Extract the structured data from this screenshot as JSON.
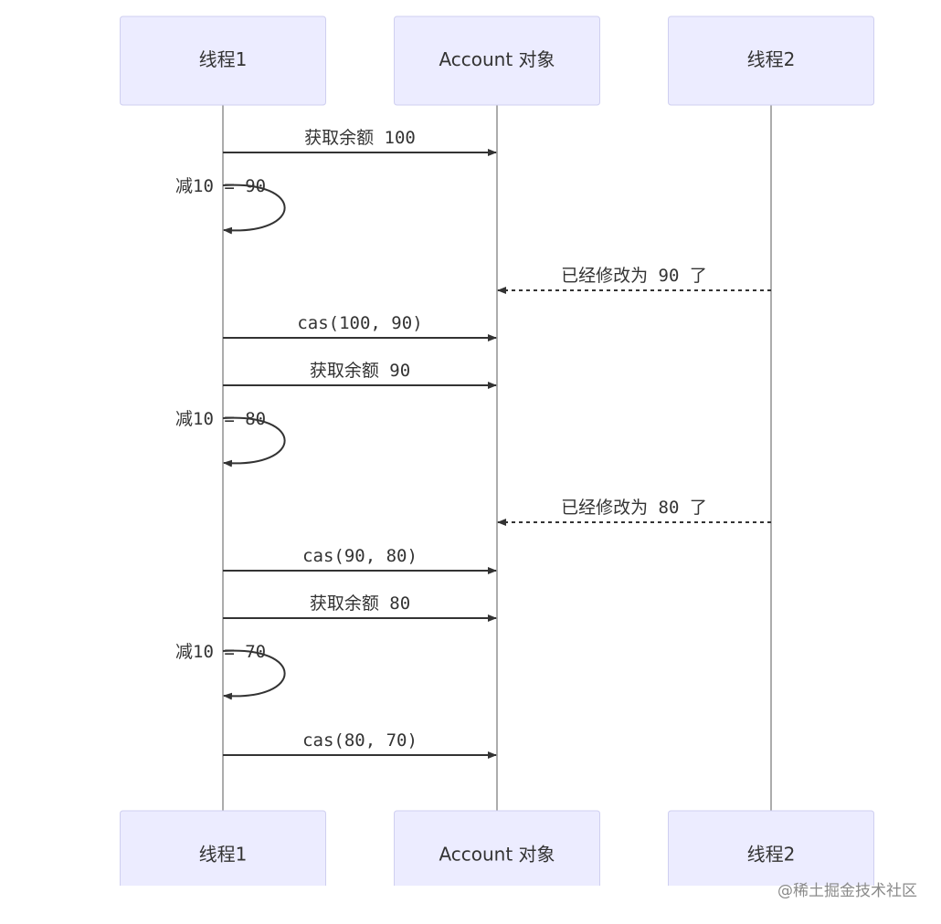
{
  "participants": [
    {
      "id": "t1",
      "label": "线程1"
    },
    {
      "id": "acc",
      "label": "Account 对象"
    },
    {
      "id": "t2",
      "label": "线程2"
    }
  ],
  "messages": [
    {
      "kind": "arrow",
      "from": "t1",
      "to": "acc",
      "text": "获取余额 100",
      "dashed": false
    },
    {
      "kind": "self",
      "from": "t1",
      "text": "减10 = 90"
    },
    {
      "kind": "arrow",
      "from": "t2",
      "to": "acc",
      "text": "已经修改为 90 了",
      "dashed": true
    },
    {
      "kind": "arrow",
      "from": "t1",
      "to": "acc",
      "text": "cas(100, 90)",
      "dashed": false
    },
    {
      "kind": "arrow",
      "from": "t1",
      "to": "acc",
      "text": "获取余额 90",
      "dashed": false
    },
    {
      "kind": "self",
      "from": "t1",
      "text": "减10 = 80"
    },
    {
      "kind": "arrow",
      "from": "t2",
      "to": "acc",
      "text": "已经修改为 80 了",
      "dashed": true
    },
    {
      "kind": "arrow",
      "from": "t1",
      "to": "acc",
      "text": "cas(90, 80)",
      "dashed": false
    },
    {
      "kind": "arrow",
      "from": "t1",
      "to": "acc",
      "text": "获取余额 80",
      "dashed": false
    },
    {
      "kind": "self",
      "from": "t1",
      "text": "减10 = 70"
    },
    {
      "kind": "arrow",
      "from": "t1",
      "to": "acc",
      "text": "cas(80, 70)",
      "dashed": false
    }
  ],
  "colors": {
    "actor_fill": "#ececff",
    "actor_border": "#cfcff0",
    "line": "#333333",
    "text": "#333333"
  },
  "watermark": "@稀土掘金技术社区"
}
